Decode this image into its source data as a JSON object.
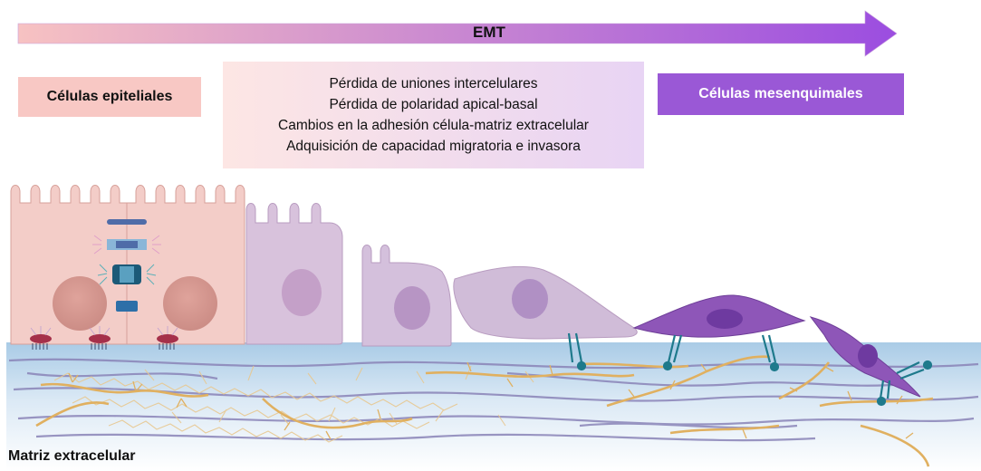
{
  "arrow": {
    "label": "EMT"
  },
  "left_box": {
    "label": "Células epiteliales"
  },
  "right_box": {
    "label": "Células mesenquimales"
  },
  "processes": [
    "Pérdida de uniones intercelulares",
    "Pérdida de polaridad apical-basal",
    "Cambios en la adhesión célula-matriz extracelular",
    "Adquisición de capacidad migratoria e invasora"
  ],
  "matrix": {
    "label": "Matriz extracelular"
  },
  "colors": {
    "arrow_start": "#f7c2c2",
    "arrow_end": "#9b4de0",
    "epithelial_cell": "#f3cdc8",
    "mesenchymal_cell": "#8e56b8",
    "matrix_top": "#a9cbe6",
    "collagen_fiber": "#e0b060",
    "fibronectin_fiber": "#8a84b8",
    "integrin": "#1e7a8c"
  }
}
